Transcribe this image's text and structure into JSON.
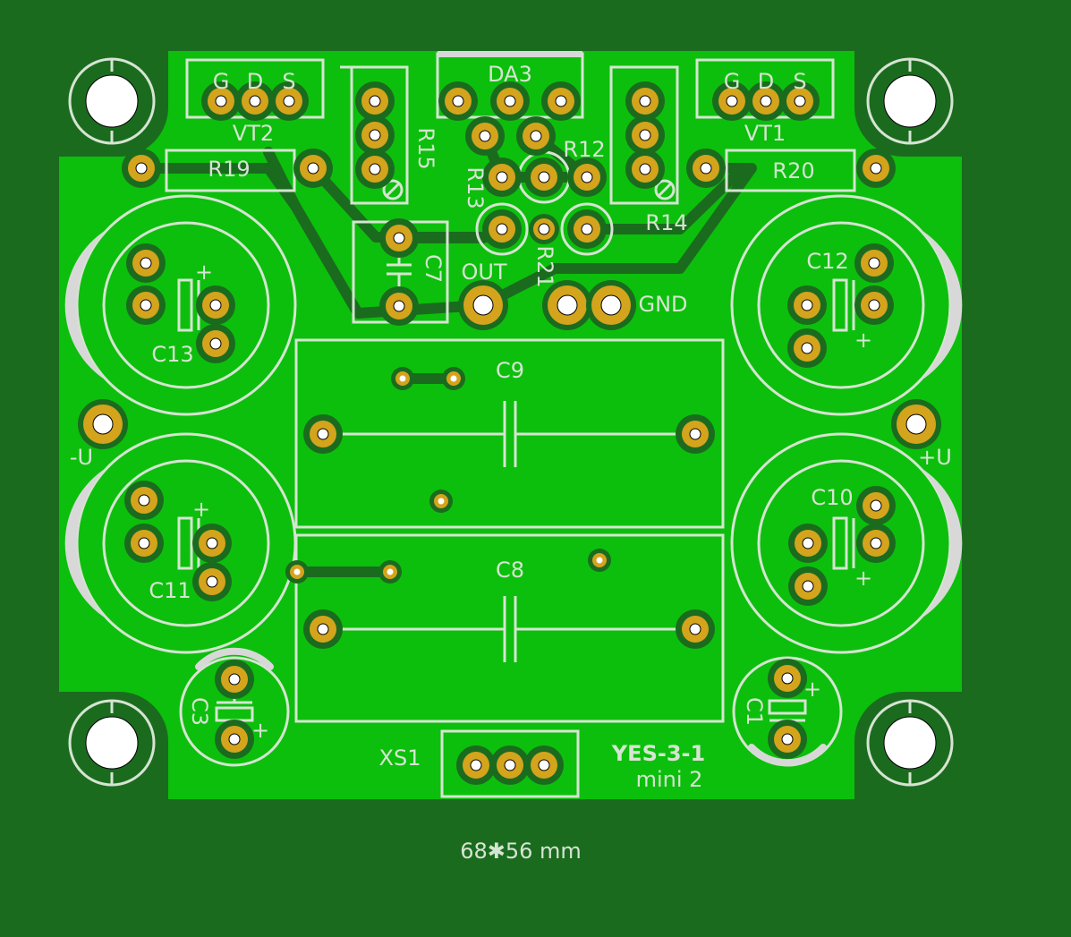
{
  "colors": {
    "background": "#1b6b1f",
    "board": "#0cbf0c",
    "copper_clear": "#1b6b1f",
    "pad": "#d4a41c",
    "silk": "#d6e4d2",
    "hole": "#ffffff",
    "polarity_band": "#d8d8d8"
  },
  "components": {
    "vt2": "VT2",
    "vt1": "VT1",
    "gate": "G",
    "drain": "D",
    "source": "S",
    "r19": "R19",
    "r20": "R20",
    "r15": "R15",
    "r14": "R14",
    "da3": "DA3",
    "r12": "R12",
    "r13": "R13",
    "r21": "R21",
    "c7": "C7",
    "out": "OUT",
    "gnd": "GND",
    "c13": "C13",
    "c12": "C12",
    "c11": "C11",
    "c10": "C10",
    "minus_u": "-U",
    "plus_u": "+U",
    "c9": "C9",
    "c8": "C8",
    "c3": "C3",
    "c1": "C1",
    "xs1": "XS1",
    "plus": "+"
  },
  "board_title": "YES-3-1",
  "board_subtitle": "mini 2",
  "dimensions": "68✱56 mm"
}
